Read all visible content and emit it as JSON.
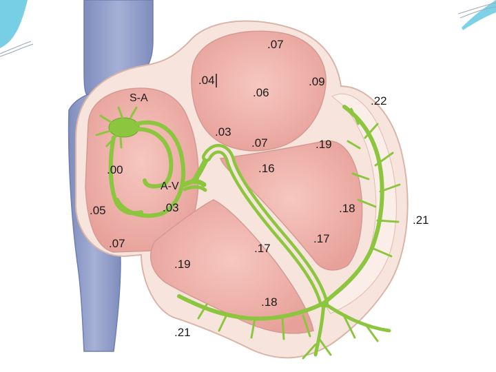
{
  "diagram": {
    "nodes": {
      "sa": "S-A",
      "av": "A-V"
    },
    "times": {
      "ra_top": ".04",
      "la_top": ".07",
      "la_mid": ".06",
      "la_right": ".09",
      "la_outer": ".22",
      "septum_upper": ".03",
      "la_bottom": ".07",
      "lv_top": ".19",
      "ra_inner": ".00",
      "septum_mid": ".16",
      "av_below": ".03",
      "ra_outer": ".05",
      "lv_wall": ".18",
      "outer_right": ".21",
      "ra_bottom": ".07",
      "lv_lower": ".17",
      "rv_mid": ".17",
      "rv_left": ".19",
      "apex": ".18",
      "outer_bottom": ".21"
    }
  },
  "colors": {
    "background": "#ffffff",
    "vein": "#8e9bc7",
    "vein_edge": "#6f7fb3",
    "wall": "#f7e4dc",
    "chamber": "#eeaaa3",
    "chamber_dark": "#e28f89",
    "conduction": "#8cc63f",
    "conduction_dark": "#6aa52a",
    "corner_accent": "#5fc7e0"
  }
}
